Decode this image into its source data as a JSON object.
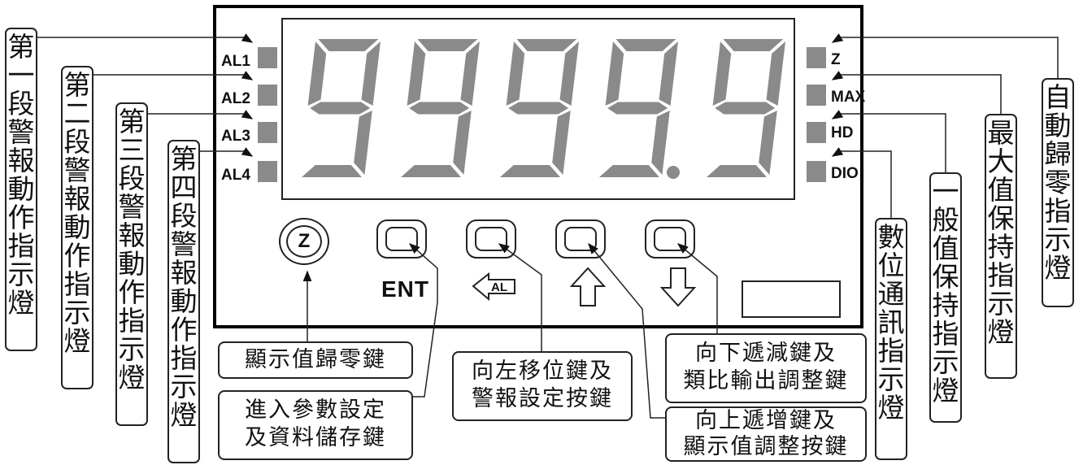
{
  "left_labels": [
    {
      "name": "al1-indicator-label",
      "chars": [
        "第",
        "一",
        "段",
        "警",
        "報",
        "動",
        "作",
        "指",
        "示",
        "燈"
      ]
    },
    {
      "name": "al2-indicator-label",
      "chars": [
        "第",
        "二",
        "段",
        "警",
        "報",
        "動",
        "作",
        "指",
        "示",
        "燈"
      ]
    },
    {
      "name": "al3-indicator-label",
      "chars": [
        "第",
        "三",
        "段",
        "警",
        "報",
        "動",
        "作",
        "指",
        "示",
        "燈"
      ]
    },
    {
      "name": "al4-indicator-label",
      "chars": [
        "第",
        "四",
        "段",
        "警",
        "報",
        "動",
        "作",
        "指",
        "示",
        "燈"
      ]
    }
  ],
  "right_labels": [
    {
      "name": "dio-indicator-label",
      "chars": [
        "數",
        "位",
        "通",
        "訊",
        "指",
        "示",
        "燈"
      ]
    },
    {
      "name": "hd-indicator-label",
      "chars": [
        "一",
        "般",
        "值",
        "保",
        "持",
        "指",
        "示",
        "燈"
      ]
    },
    {
      "name": "max-indicator-label",
      "chars": [
        "最",
        "大",
        "值",
        "保",
        "持",
        "指",
        "示",
        "燈"
      ]
    },
    {
      "name": "z-indicator-label",
      "chars": [
        "自",
        "動",
        "歸",
        "零",
        "指",
        "示",
        "燈"
      ]
    }
  ],
  "device": {
    "display_value": "9999.9",
    "left_leds": [
      "AL1",
      "AL2",
      "AL3",
      "AL4"
    ],
    "right_leds": [
      "Z",
      "MAX",
      "HD",
      "DIO"
    ],
    "zero_key_symbol": "Z",
    "ent_label": "ENT",
    "al_key_label": "AL",
    "segment_color": "#8a8a8a"
  },
  "callouts": {
    "zero_key": [
      "顯示值歸零鍵"
    ],
    "ent_key": [
      "進入參數設定",
      "及資料儲存鍵"
    ],
    "left_key": [
      "向左移位鍵及",
      "警報設定按鍵"
    ],
    "down_key": [
      "向下遞減鍵及",
      "類比輸出調整鍵"
    ],
    "up_key": [
      "向上遞增鍵及",
      "顯示值調整按鍵"
    ]
  }
}
